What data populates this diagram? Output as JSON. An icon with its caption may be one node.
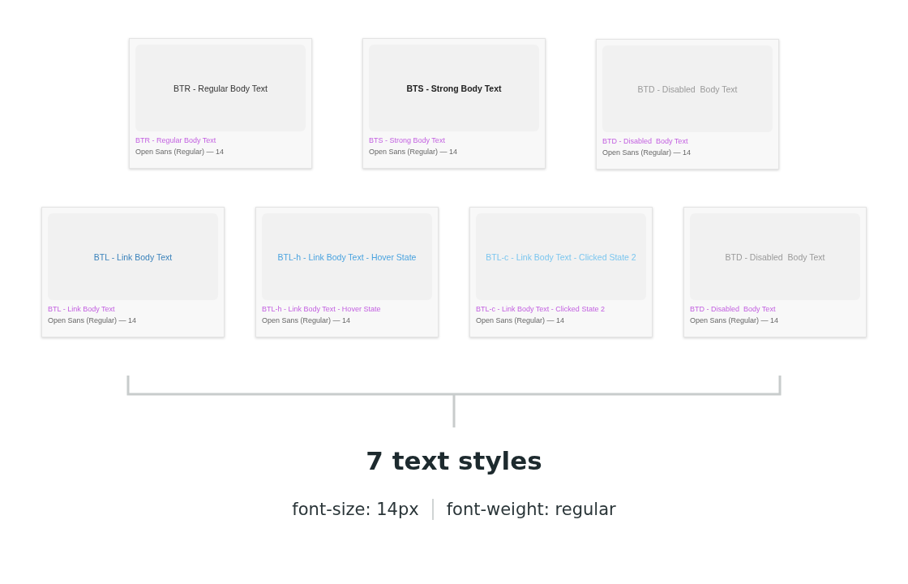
{
  "diagram": {
    "title": "7 text styles",
    "nodes": [
      {
        "text": [
          "BTR - Regular Body Text",
          "Open Sans (Regular) — 14"
        ]
      },
      {
        "text": [
          "BTR - Regular Body Text"
        ],
        "in": 0
      },
      {
        "text": [
          "BTS - Strong Body Text",
          "Open Sans (Regular) — 14"
        ]
      },
      {
        "text": [
          "BTS - Strong Body Text"
        ],
        "in": 2
      },
      {
        "text": [
          "BTD - Disabled  Body Text",
          "Open Sans (Regular) — 14"
        ]
      },
      {
        "text": [
          "BTD - Disabled  Body Text"
        ],
        "in": 4
      },
      {
        "text": [
          "BTL - Link Body Text",
          "Open Sans (Regular) — 14"
        ]
      },
      {
        "text": [
          "BTL - Link Body Text"
        ],
        "in": 6
      },
      {
        "text": [
          "BTL-h - Link Body Text - Hover State",
          "Open Sans (Regular) — 14"
        ]
      },
      {
        "text": [
          "BTL-h - Link Body Text - Hover State"
        ],
        "in": 8
      },
      {
        "text": [
          "BTL-c - Link Body Text - Clicked State 2",
          "Open Sans (Regular) — 14"
        ]
      },
      {
        "text": [
          "BTL-c - Link Body Text - Clicked State 2"
        ],
        "in": 10
      },
      {
        "text": [
          "BTD - Disabled  Body Text",
          "Open Sans (Regular) — 14"
        ]
      },
      {
        "text": [
          "BTD - Disabled  Body Text"
        ],
        "in": 12
      }
    ],
    "labels": [
      "font-size: 14px",
      "font-weight: regular"
    ]
  }
}
